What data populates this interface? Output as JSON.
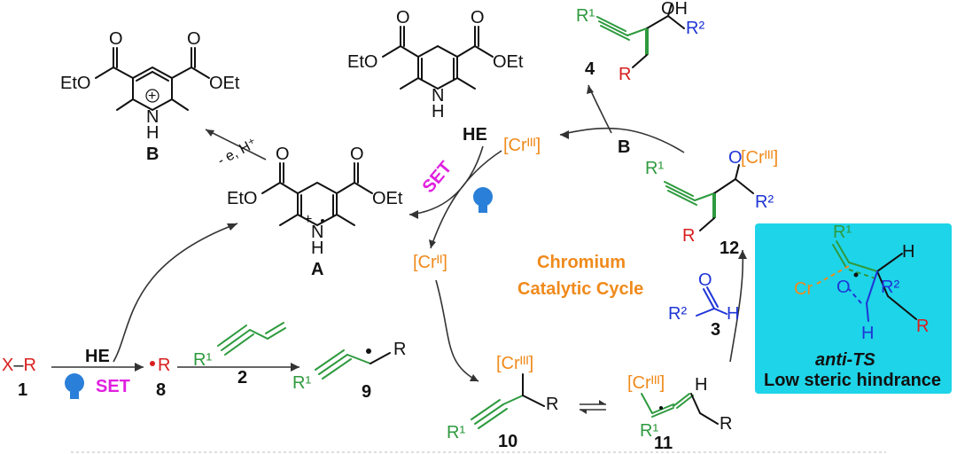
{
  "labels": {
    "B": "B",
    "A": "A",
    "HE": "HE",
    "SET": "SET",
    "cycle_line1": "Chromium",
    "cycle_line2": "Catalytic Cycle",
    "reagent_ox": "- e, H⁺",
    "arrow_B": "B",
    "anti_ts": "anti-TS",
    "ts_caption": "Low steric hindrance",
    "cr3": "[Crᴵᴵᴵ]",
    "cr2": "[Crᴵᴵ]",
    "ocr3": "O[Crᴵᴵᴵ]",
    "cr_ts": "Cr"
  },
  "compounds": {
    "c1": "1",
    "c2": "2",
    "c3": "3",
    "c4": "4",
    "c8": "8",
    "c9": "9",
    "c10": "10",
    "c11": "11",
    "c12": "12"
  },
  "groups": {
    "EtO": "EtO",
    "OEt": "OEt",
    "N": "N",
    "H": "H",
    "O": "O",
    "OH": "OH",
    "R": "R",
    "R1": "R¹",
    "R2": "R²",
    "XR": "X–R",
    "plus": "+"
  },
  "colors": {
    "green": "#2e9a3e",
    "orange": "#f08a1c",
    "blue": "#1f35d6",
    "red": "#d91e1e",
    "magenta": "#e020e0",
    "cyan": "#1ed4e8"
  }
}
